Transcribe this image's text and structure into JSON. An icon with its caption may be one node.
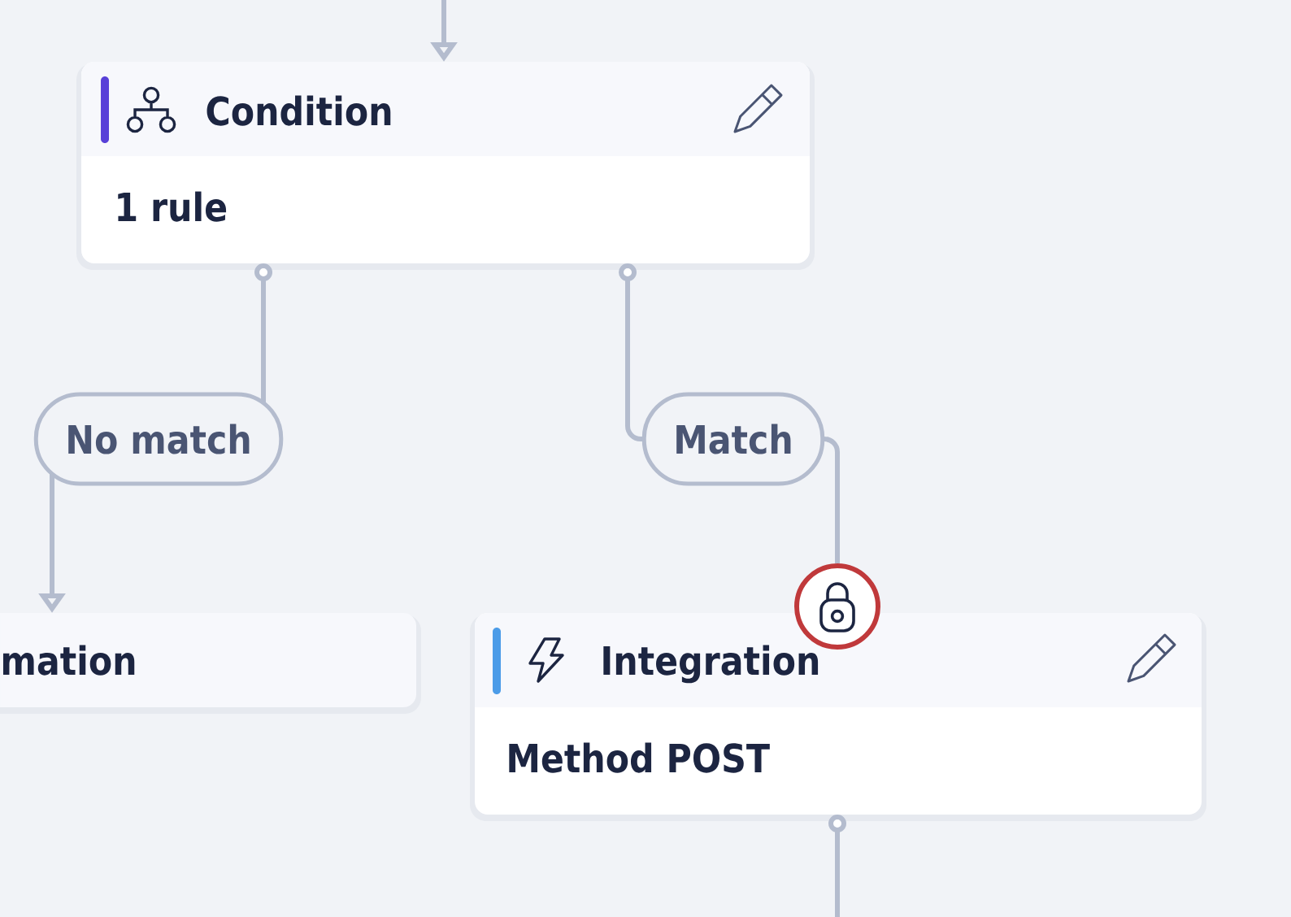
{
  "diagram": {
    "nodes": [
      {
        "text": [
          "Condition",
          "1 rule"
        ]
      },
      {
        "text": [
          "mation"
        ]
      },
      {
        "text": [],
        "shape": "circle"
      },
      {
        "text": [
          "Integration",
          "Method POST"
        ]
      }
    ],
    "edges": [
      {
        "from": null,
        "to": 0,
        "arrow": "to"
      },
      {
        "from": 0,
        "to": 1,
        "arrow": "to",
        "label": "No match"
      },
      {
        "from": 0,
        "to": 2,
        "arrow": "other",
        "label": "Match"
      },
      {
        "from": 3,
        "to": null,
        "arrow": "other"
      }
    ]
  }
}
